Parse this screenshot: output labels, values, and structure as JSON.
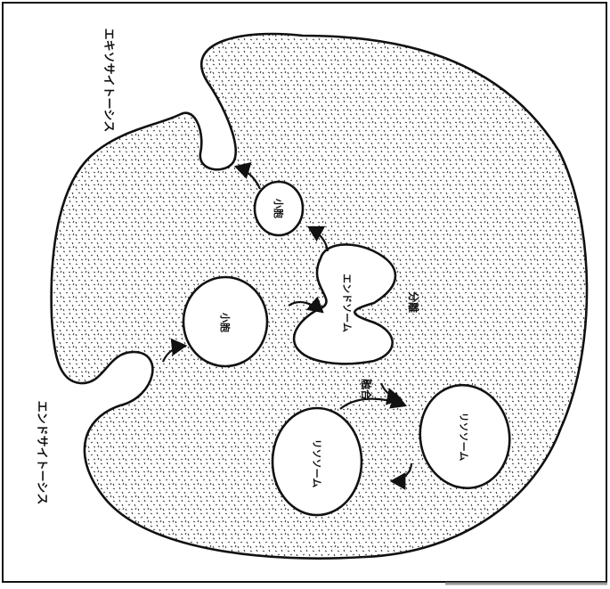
{
  "labels": {
    "exocytosis": "エキソサイトーシス",
    "endocytosis": "エンドサイトーシス",
    "vesicle_top": "小胞",
    "vesicle_left": "小胞",
    "endosome": "エンドソーム",
    "division": "分離",
    "fusion": "融合",
    "lysosome_left": "リソソーム",
    "lysosome_right": "リソソーム"
  },
  "colors": {
    "ink": "#111111",
    "background": "#ffffff",
    "stipple": "#222222"
  }
}
